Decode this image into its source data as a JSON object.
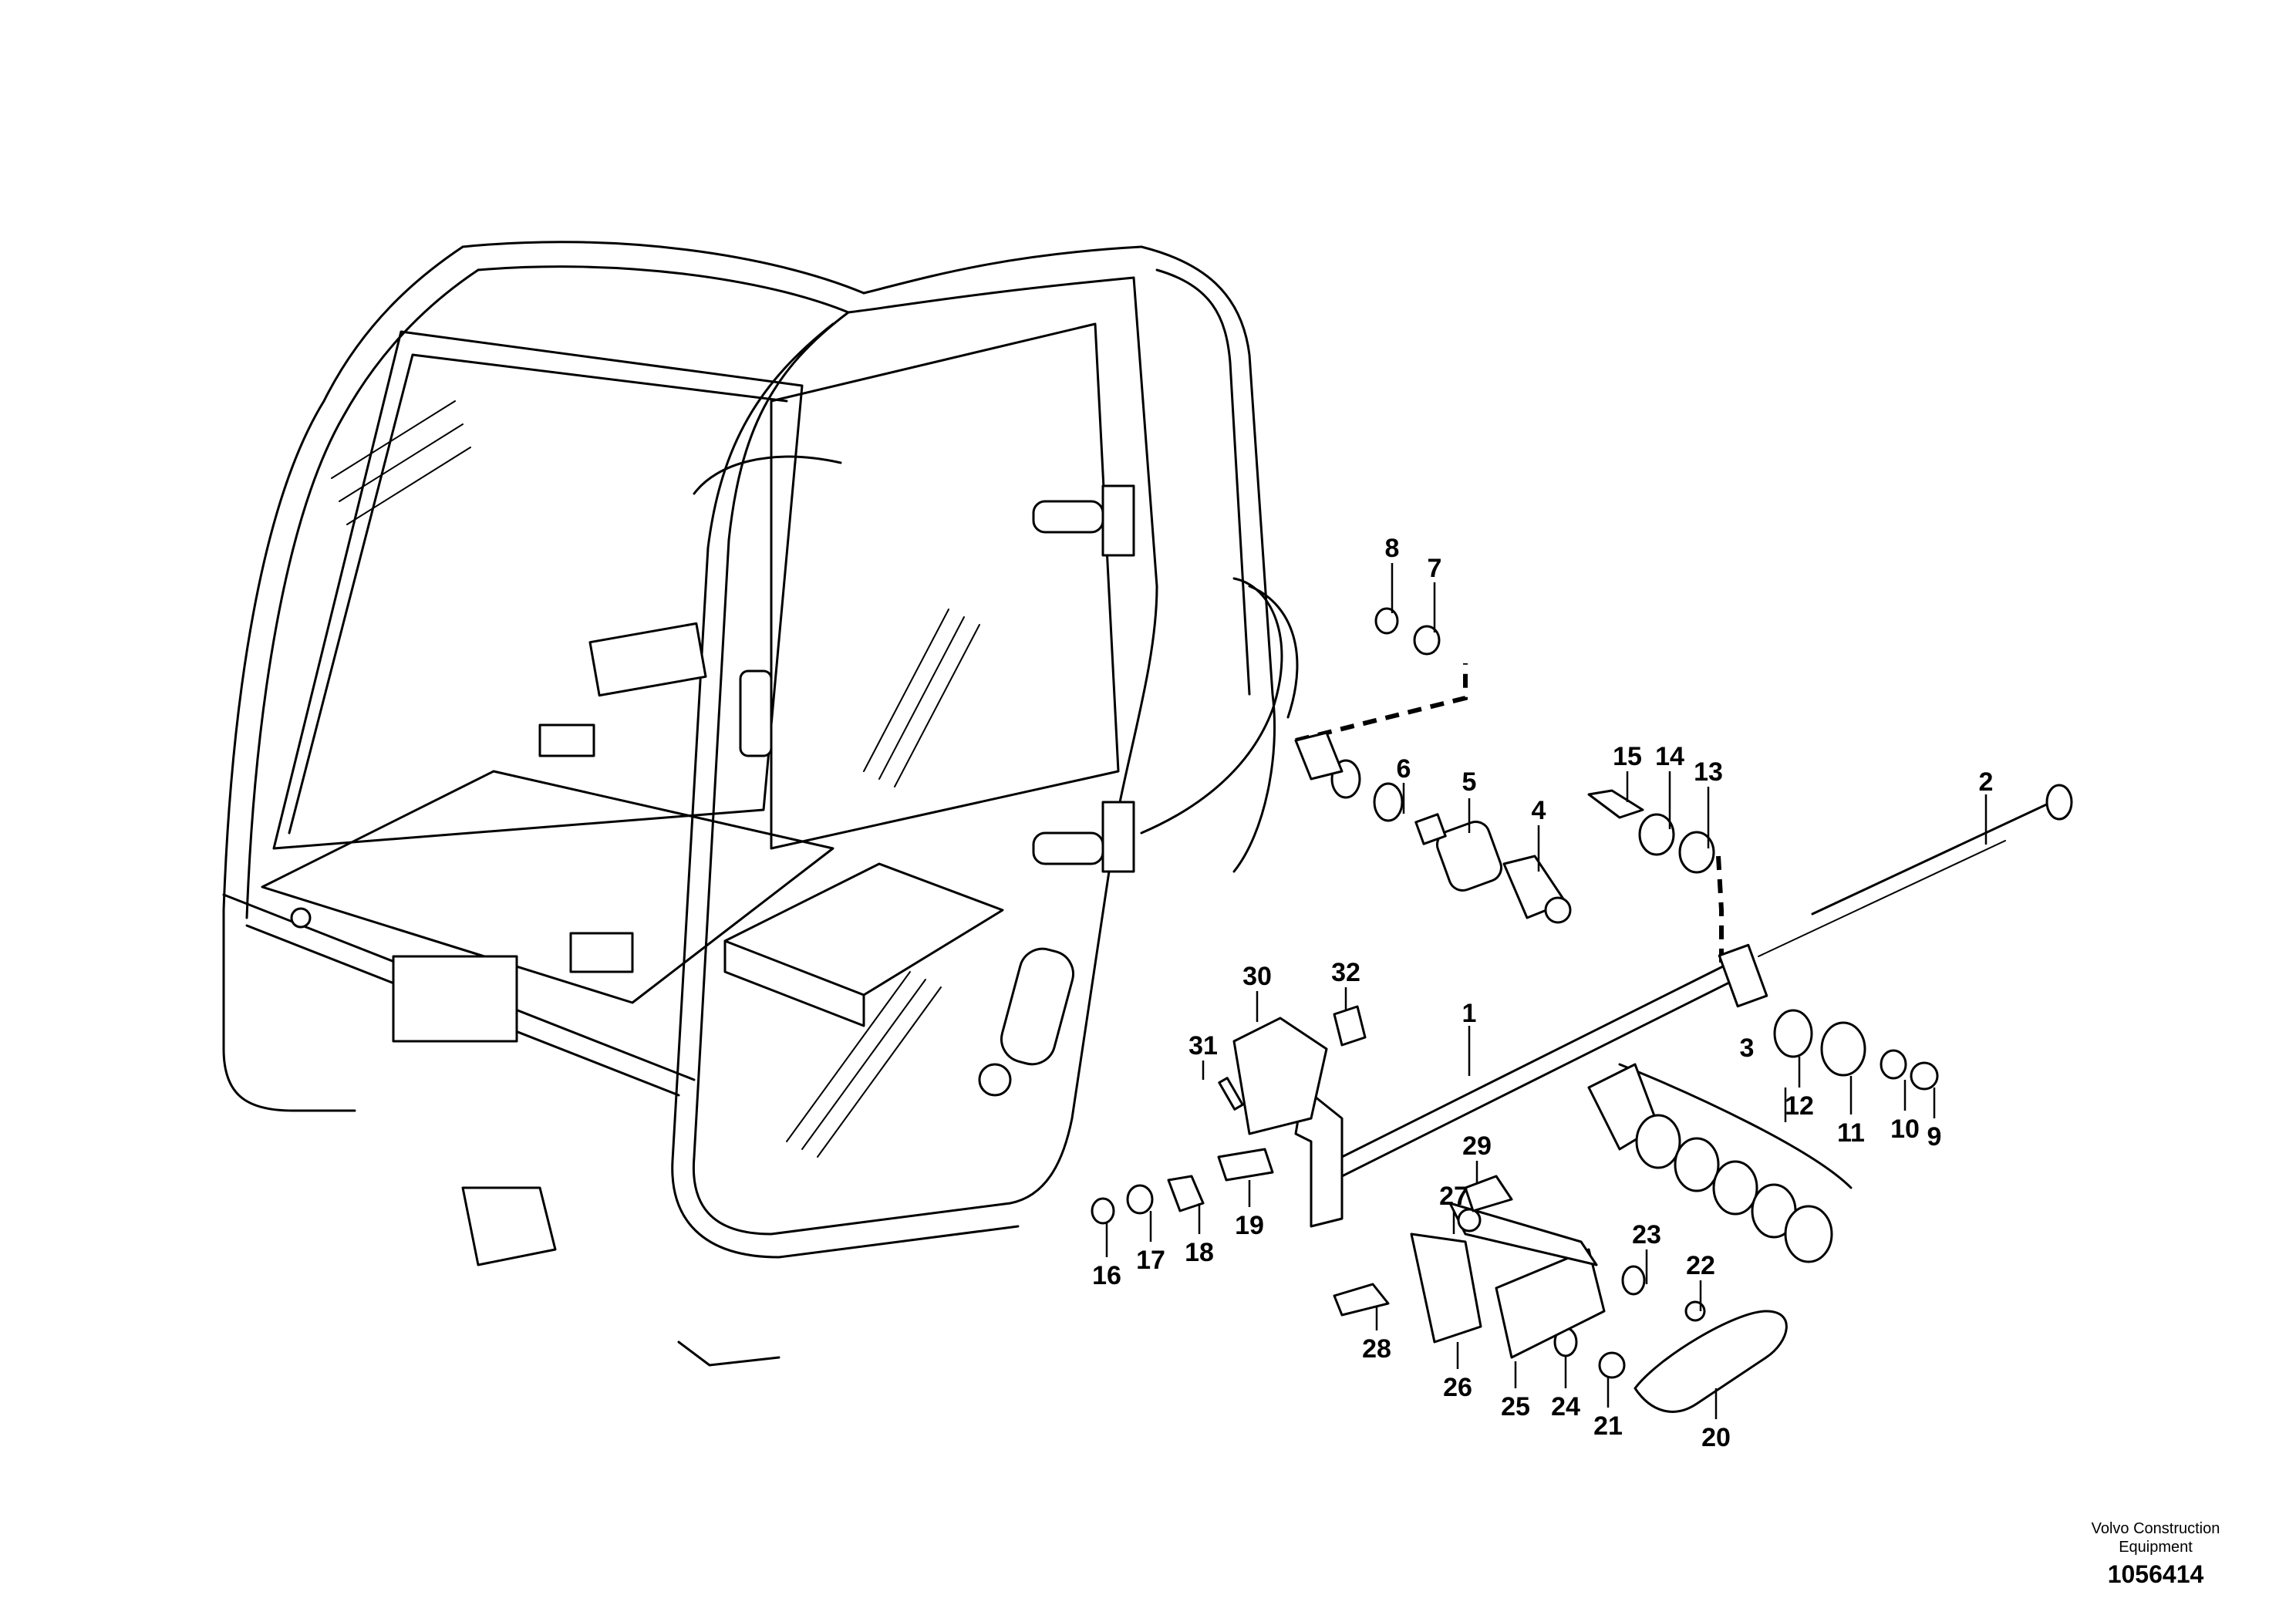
{
  "diagram": {
    "footer": {
      "brand_line1": "Volvo Construction",
      "brand_line2": "Equipment",
      "figure_number": "1056414"
    },
    "callouts": [
      "1",
      "2",
      "3",
      "4",
      "5",
      "6",
      "7",
      "8",
      "9",
      "10",
      "11",
      "12",
      "13",
      "14",
      "15",
      "16",
      "17",
      "18",
      "19",
      "20",
      "21",
      "22",
      "23",
      "24",
      "25",
      "26",
      "27",
      "28",
      "29",
      "30",
      "31",
      "32"
    ]
  }
}
